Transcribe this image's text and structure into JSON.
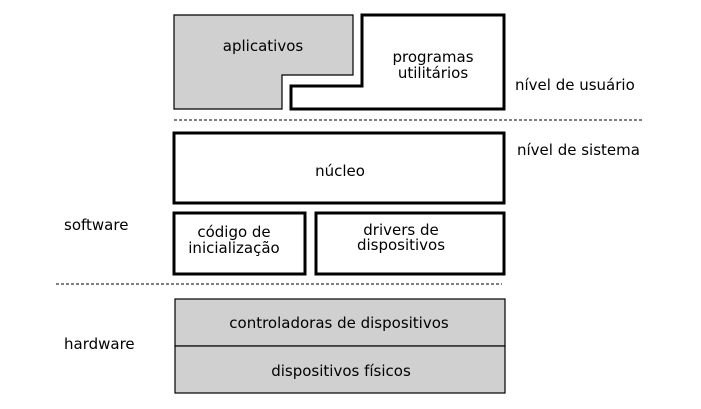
{
  "blocks": {
    "aplicativos": "aplicativos",
    "programas_line1": "programas",
    "programas_line2": "utilitários",
    "nucleo": "núcleo",
    "codigo_line1": "código de",
    "codigo_line2": "inicialização",
    "drivers_line1": "drivers de",
    "drivers_line2": "dispositivos",
    "controladoras": "controladoras de dispositivos",
    "dispositivos_fisicos": "dispositivos físicos"
  },
  "labels": {
    "nivel_usuario": "nível de usuário",
    "nivel_sistema": "nível de sistema",
    "software": "software",
    "hardware": "hardware"
  },
  "colors": {
    "gray_fill": "#d0d0d0",
    "stroke": "#000000"
  }
}
